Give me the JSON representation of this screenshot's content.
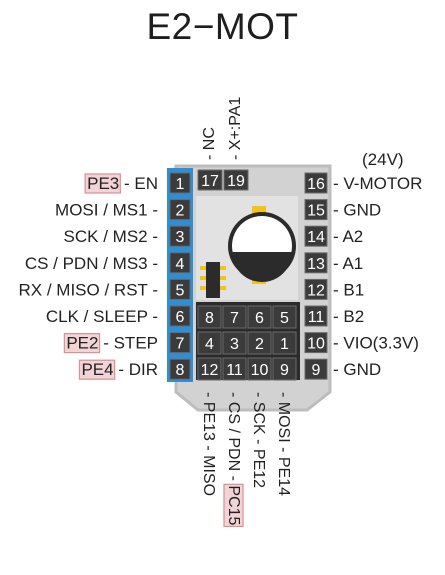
{
  "title": "E2−MOT",
  "left_pins": [
    {
      "num": "1",
      "label": "EN",
      "tag": "PE3"
    },
    {
      "num": "2",
      "label": "MOSI / MS1",
      "tag": ""
    },
    {
      "num": "3",
      "label": "SCK / MS2",
      "tag": ""
    },
    {
      "num": "4",
      "label": "CS / PDN / MS3",
      "tag": ""
    },
    {
      "num": "5",
      "label": "RX / MISO / RST",
      "tag": ""
    },
    {
      "num": "6",
      "label": "CLK / SLEEP",
      "tag": ""
    },
    {
      "num": "7",
      "label": "STEP",
      "tag": "PE2"
    },
    {
      "num": "8",
      "label": "DIR",
      "tag": "PE4"
    }
  ],
  "right_pins": [
    {
      "num": "16",
      "label": "V-MOTOR",
      "note": "(24V)"
    },
    {
      "num": "15",
      "label": "GND"
    },
    {
      "num": "14",
      "label": "A2"
    },
    {
      "num": "13",
      "label": "A1"
    },
    {
      "num": "12",
      "label": "B1"
    },
    {
      "num": "11",
      "label": "B2"
    },
    {
      "num": "10",
      "label": "VIO(3.3V)"
    },
    {
      "num": "9",
      "label": "GND"
    }
  ],
  "top_pins": [
    {
      "num": "17",
      "label": "NC"
    },
    {
      "num": "19",
      "label": "X+:PA1"
    }
  ],
  "grid_top_row": [
    "8",
    "7",
    "6",
    "5"
  ],
  "grid_mid_row": [
    "4",
    "3",
    "2",
    "1"
  ],
  "grid_bottom_row": [
    {
      "num": "12",
      "label": "PE13 - MISO",
      "tag": ""
    },
    {
      "num": "11",
      "label": "CS / PDN - ",
      "tag": "PC15"
    },
    {
      "num": "10",
      "label": "SCK - PE12",
      "tag": ""
    },
    {
      "num": "9",
      "label": "MOSI - PE14",
      "tag": ""
    }
  ],
  "colors": {
    "board": "#d2d2d2",
    "board_edge": "#bdbdbd",
    "left_header": "#2e8fd6",
    "pin_box": "#3b3b3b",
    "highlight": "#f3d4d6",
    "highlight_border": "#d98f95",
    "component_gold": "#f0c419"
  }
}
